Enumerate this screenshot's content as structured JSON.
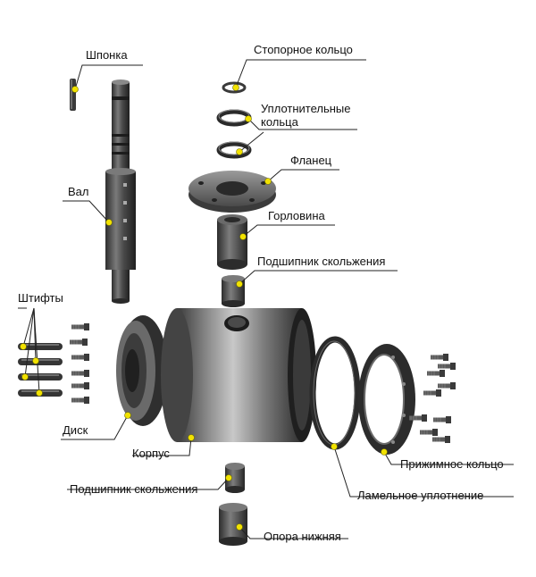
{
  "labels": {
    "shponka": "Шпонка",
    "stopornoe_koltso": "Стопорное кольцо",
    "uplotnitelnye_koltsa_line1": "Уплотнительные",
    "uplotnitelnye_koltsa_line2": "кольца",
    "flanets": "Фланец",
    "val": "Вал",
    "gorlovina": "Горловина",
    "podshipnik_top": "Подшипник скольжения",
    "shtifty": "Штифты",
    "disk": "Диск",
    "korpus": "Корпус",
    "prizhimnoe_koltso": "Прижимное кольцо",
    "podshipnik_bottom": "Подшипник скольжения",
    "lamelnoe_uplotnenie": "Ламельное уплотнение",
    "opora_nizhnyaya": "Опора нижняя"
  },
  "colors": {
    "marker": "#f2e200",
    "leader": "#222222",
    "metal_dark": "#3c3c3c",
    "metal_mid": "#6a6a6a",
    "metal_light": "#bdbdbd"
  }
}
